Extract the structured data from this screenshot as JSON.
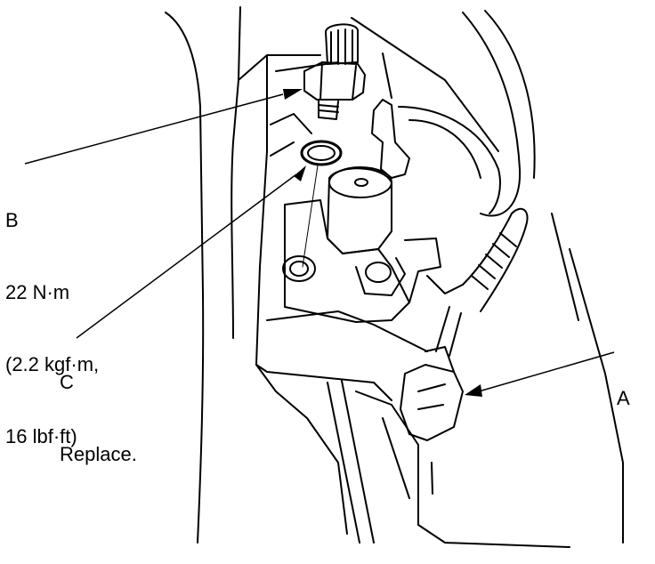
{
  "callouts": {
    "b": {
      "letter": "B",
      "torque_nm": "22 N·m",
      "torque_kgf": "(2.2 kgf·m,",
      "torque_lbf": "16 lbf·ft)"
    },
    "c": {
      "letter": "C",
      "note": "Replace."
    },
    "a": {
      "letter": "A"
    }
  },
  "colors": {
    "line": "#000000",
    "fill": "#ffffff",
    "shade": "#dcdcdc"
  }
}
